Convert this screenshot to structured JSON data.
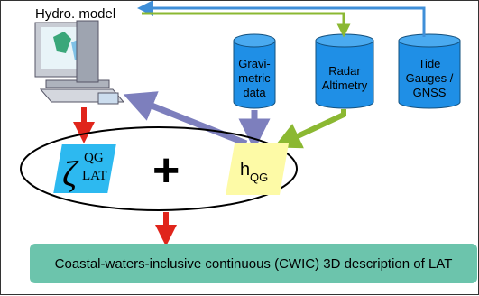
{
  "diagram": {
    "model_label": "Hydro. model",
    "cylinders": [
      {
        "lines": [
          "Gravi-",
          "metric",
          "data"
        ]
      },
      {
        "lines": [
          "Radar",
          "Altimetry"
        ]
      },
      {
        "lines": [
          "Tide",
          "Gauges /",
          "GNSS"
        ]
      }
    ],
    "zeta_symbol": "ζ",
    "zeta_superscript": "QG",
    "zeta_subscript": "LAT",
    "plus_sign": "+",
    "hqg_base": "h",
    "hqg_subscript": "QG",
    "result_text": "Coastal-waters-inclusive continuous (CWIC) 3D description of LAT",
    "colors": {
      "cylinder_fill": "#1f8fe6",
      "blue_arrow": "#3f8fd8",
      "green_arrow": "#8bb832",
      "purple_arrow": "#7d7fbd",
      "red_arrow": "#e0251b",
      "zeta_fill": "#2db9f0",
      "hqg_fill": "#fdfaa6",
      "result_fill": "#6cc4ac"
    }
  }
}
